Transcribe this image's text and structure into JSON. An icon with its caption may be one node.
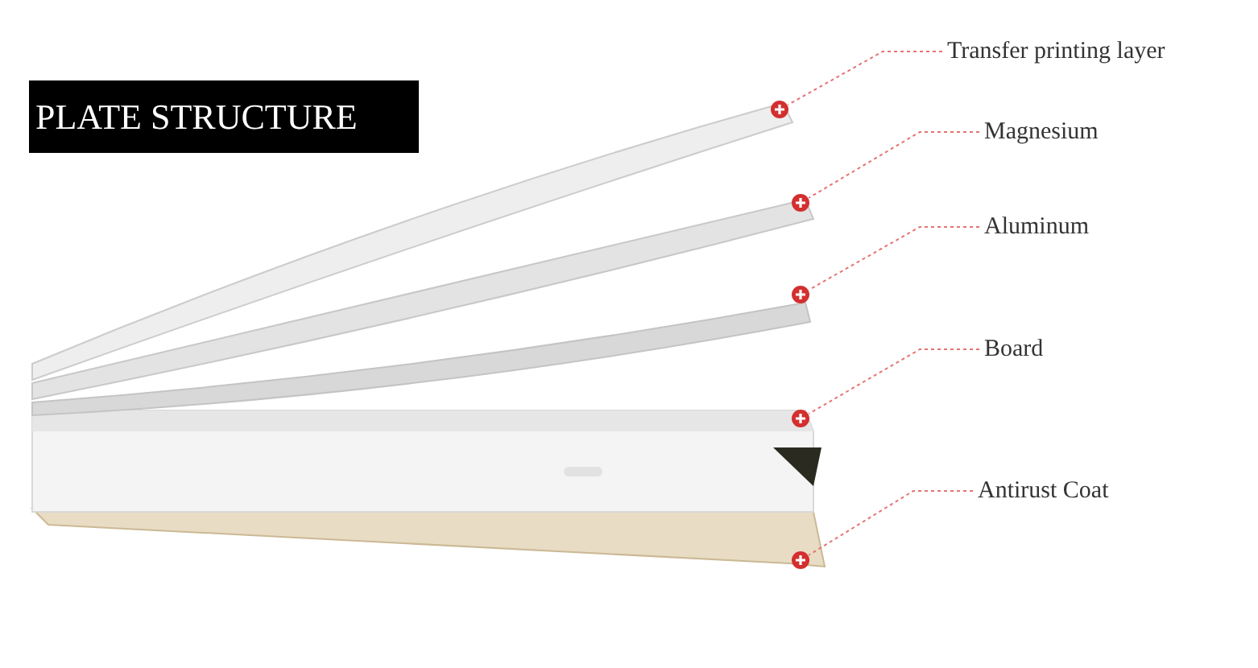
{
  "diagram": {
    "title": "PLATE STRUCTURE",
    "nodes": [
      {
        "text": [
          "Transfer printing layer"
        ]
      },
      {
        "text": [
          "Magnesium"
        ]
      },
      {
        "text": [
          "Aluminum"
        ]
      },
      {
        "text": [
          "Board"
        ]
      },
      {
        "text": [
          "Antirust Coat"
        ]
      },
      {
        "text": [],
        "shape": "circle"
      },
      {
        "text": [],
        "shape": "circle"
      },
      {
        "text": [],
        "shape": "circle"
      },
      {
        "text": [],
        "shape": "circle"
      },
      {
        "text": [],
        "shape": "circle"
      }
    ],
    "edges": [
      {
        "from": 0,
        "to": 5,
        "arrow": "none",
        "style": "dashed"
      },
      {
        "from": 1,
        "to": 6,
        "arrow": "none",
        "style": "dashed"
      },
      {
        "from": 2,
        "to": 7,
        "arrow": "none",
        "style": "dashed"
      },
      {
        "from": 3,
        "to": 8,
        "arrow": "none",
        "style": "dashed"
      },
      {
        "from": 4,
        "to": 9,
        "arrow": "none",
        "style": "dashed"
      }
    ]
  }
}
